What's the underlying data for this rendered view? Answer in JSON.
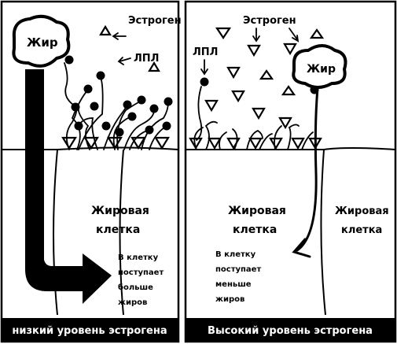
{
  "left_panel": {
    "fat_label": "Жир",
    "estrogen_label": "Эстроген",
    "lpl_label": "ЛПЛ",
    "cell_label_line1": "Жировая",
    "cell_label_line2": "клетка",
    "note_lines": [
      "В клетку",
      "поступает",
      "больше",
      "жиров"
    ],
    "caption": "низкий уровень эстрогена"
  },
  "right_panel": {
    "fat_label": "Жир",
    "estrogen_label": "Эстроген",
    "lpl_label": "ЛПЛ",
    "cell_label_line1": "Жировая",
    "cell_label_line2": "клетка",
    "neighbor_cell_line1": "Жировая",
    "neighbor_cell_line2": "клетка",
    "note_lines": [
      "В клетку",
      "поступает",
      "меньше",
      "жиров"
    ],
    "caption": "Высокий уровень эстрогена"
  },
  "icons": {
    "estrogen": "triangle-outline",
    "lpl": "filled-dot-on-stalk",
    "inactive_lpl": "squiggle-stalk"
  },
  "colors": {
    "ink": "#000000",
    "paper": "#ffffff"
  }
}
